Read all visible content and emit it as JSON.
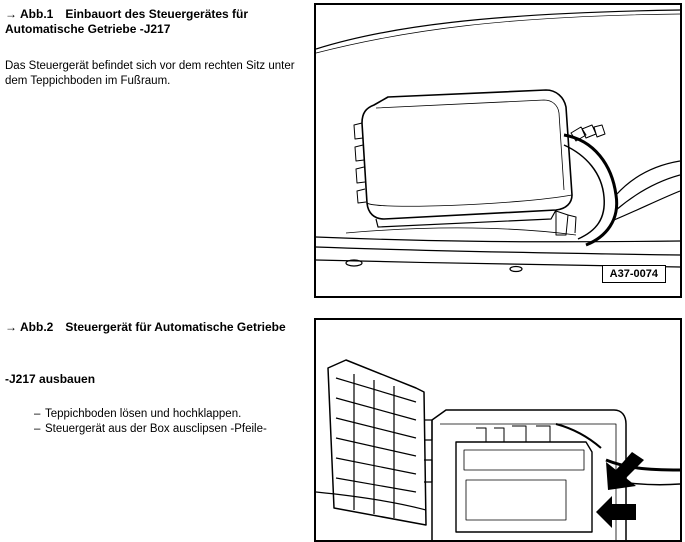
{
  "section1": {
    "arrow": "→",
    "fig_ref": "Abb.1",
    "title": "Einbauort des Steuergerätes für Automatische Getriebe -J217",
    "text": "Das Steuergerät befindet sich vor dem rechten Sitz unter dem Teppichboden im Fußraum.",
    "figure_label": "A37-0074"
  },
  "section2": {
    "arrow": "→",
    "fig_ref": "Abb.2",
    "title": "Steuergerät für Automatische Getriebe",
    "subheading": "-J217 ausbauen",
    "steps": [
      "Teppichboden lösen und hochklappen.",
      "Steuergerät aus der Box ausclipsen -Pfeile-"
    ]
  },
  "icons": {
    "right_arrow": "→",
    "pointer_arrow": "black-pointer-arrow"
  }
}
